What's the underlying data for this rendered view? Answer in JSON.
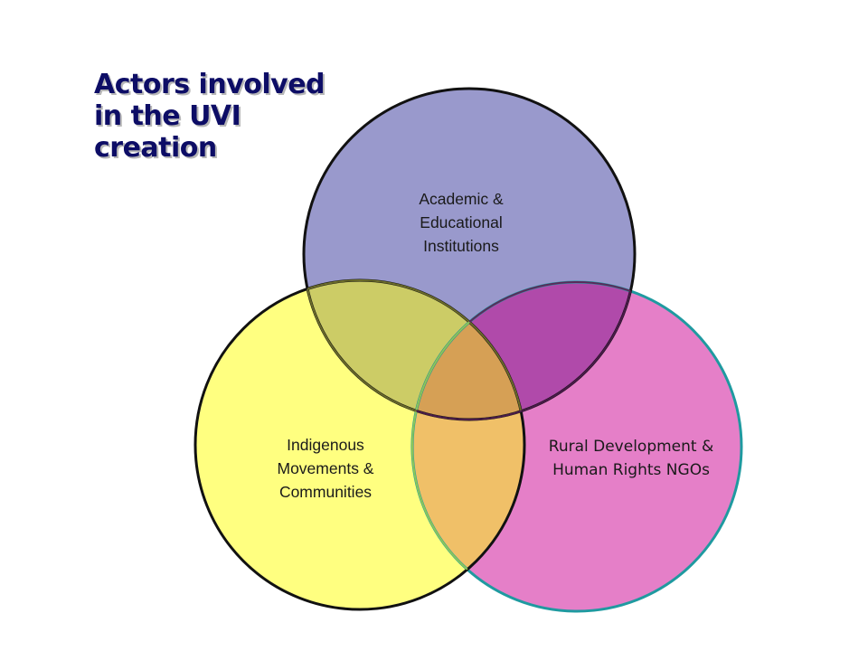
{
  "title": "Actors involved\nin the UVI\ncreation",
  "sets": [
    {
      "id": "academic",
      "label": "Academic &\nEducational\nInstitutions",
      "color": "#9999cc"
    },
    {
      "id": "indigenous",
      "label": "Indigenous\nMovements &\nCommunities",
      "color": "#ffff80"
    },
    {
      "id": "ngos",
      "label": "Rural Development &\nHuman Rights NGOs",
      "color": "#e57fc8"
    }
  ],
  "overlap_colors": {
    "academic_indigenous": "#cccc66",
    "academic_ngos": "#b04aaa",
    "indigenous_ngos": "#f0c068",
    "all_three": "#d6a055"
  }
}
